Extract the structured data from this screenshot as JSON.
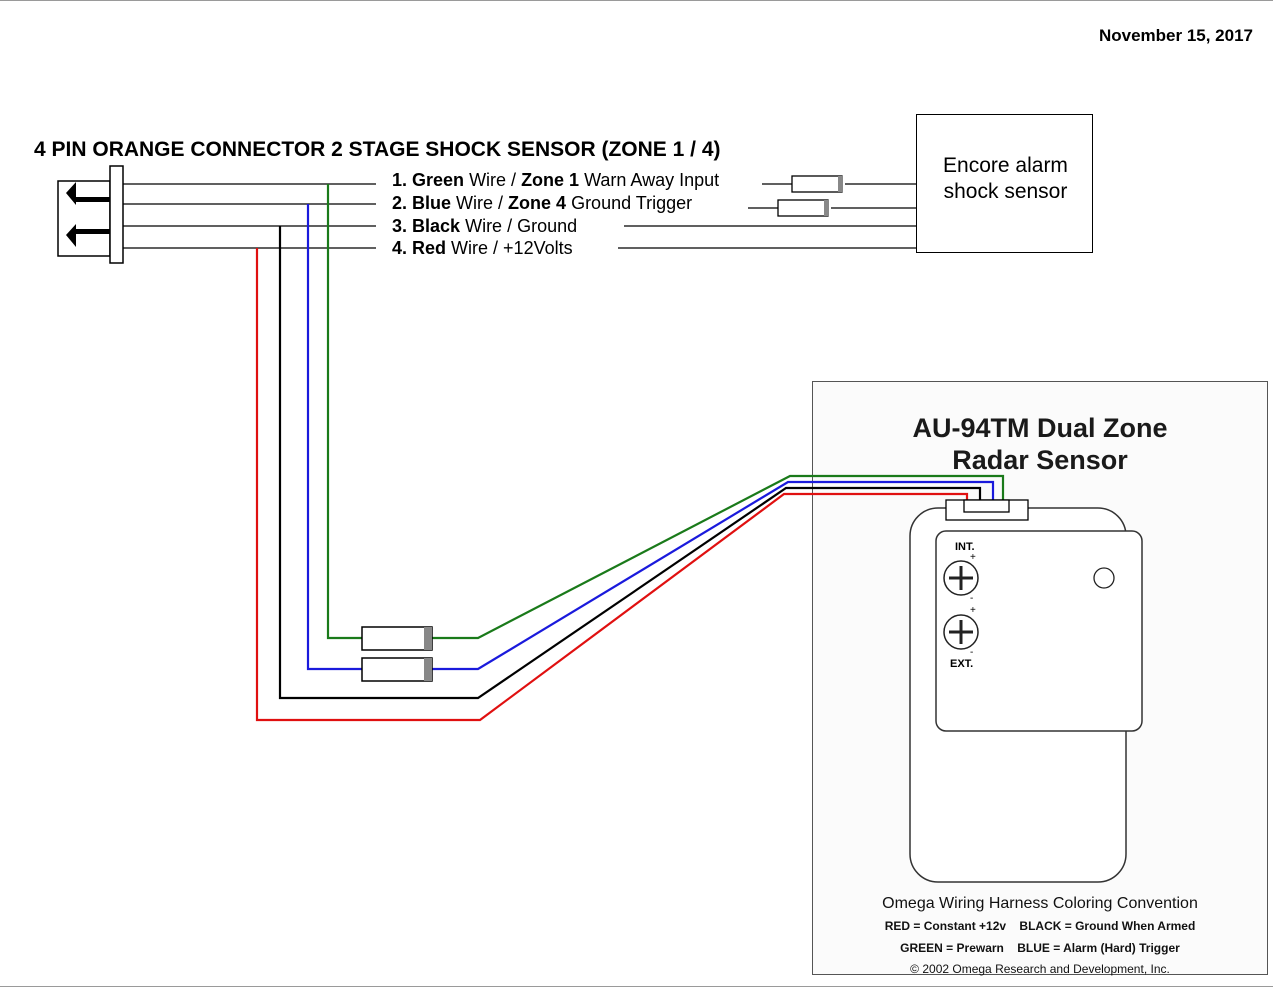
{
  "date": "November 15, 2017",
  "title": "4 PIN ORANGE CONNECTOR 2 STAGE SHOCK SENSOR (ZONE 1 / 4)",
  "wires": [
    {
      "num": "1.",
      "color_word": "Green",
      "mid": " Wire / ",
      "zone": "Zone 1",
      "rest": " Warn Away Input",
      "hex": "#1a7a1a"
    },
    {
      "num": "2.",
      "color_word": "Blue",
      "mid": " Wire / ",
      "zone": "Zone 4",
      "rest": " Ground Trigger",
      "hex": "#1a1adc"
    },
    {
      "num": "3.",
      "color_word": "Black",
      "mid": " Wire / Ground",
      "zone": "",
      "rest": "",
      "hex": "#000000"
    },
    {
      "num": "4.",
      "color_word": "Red",
      "mid": " Wire / +12Volts",
      "zone": "",
      "rest": "",
      "hex": "#e01010"
    }
  ],
  "encore": {
    "line1": "Encore alarm",
    "line2": "shock sensor"
  },
  "radar": {
    "title_line1": "AU-94TM Dual Zone",
    "title_line2": "Radar Sensor",
    "int_label": "INT.",
    "ext_label": "EXT.",
    "plus": "+",
    "minus": "-"
  },
  "convention": {
    "heading": "Omega Wiring Harness Coloring Convention",
    "line1": "RED = Constant +12v    BLACK = Ground When Armed",
    "line2": "GREEN = Prewarn    BLUE = Alarm (Hard) Trigger",
    "copyright": "© 2002 Omega Research and Development, Inc."
  }
}
